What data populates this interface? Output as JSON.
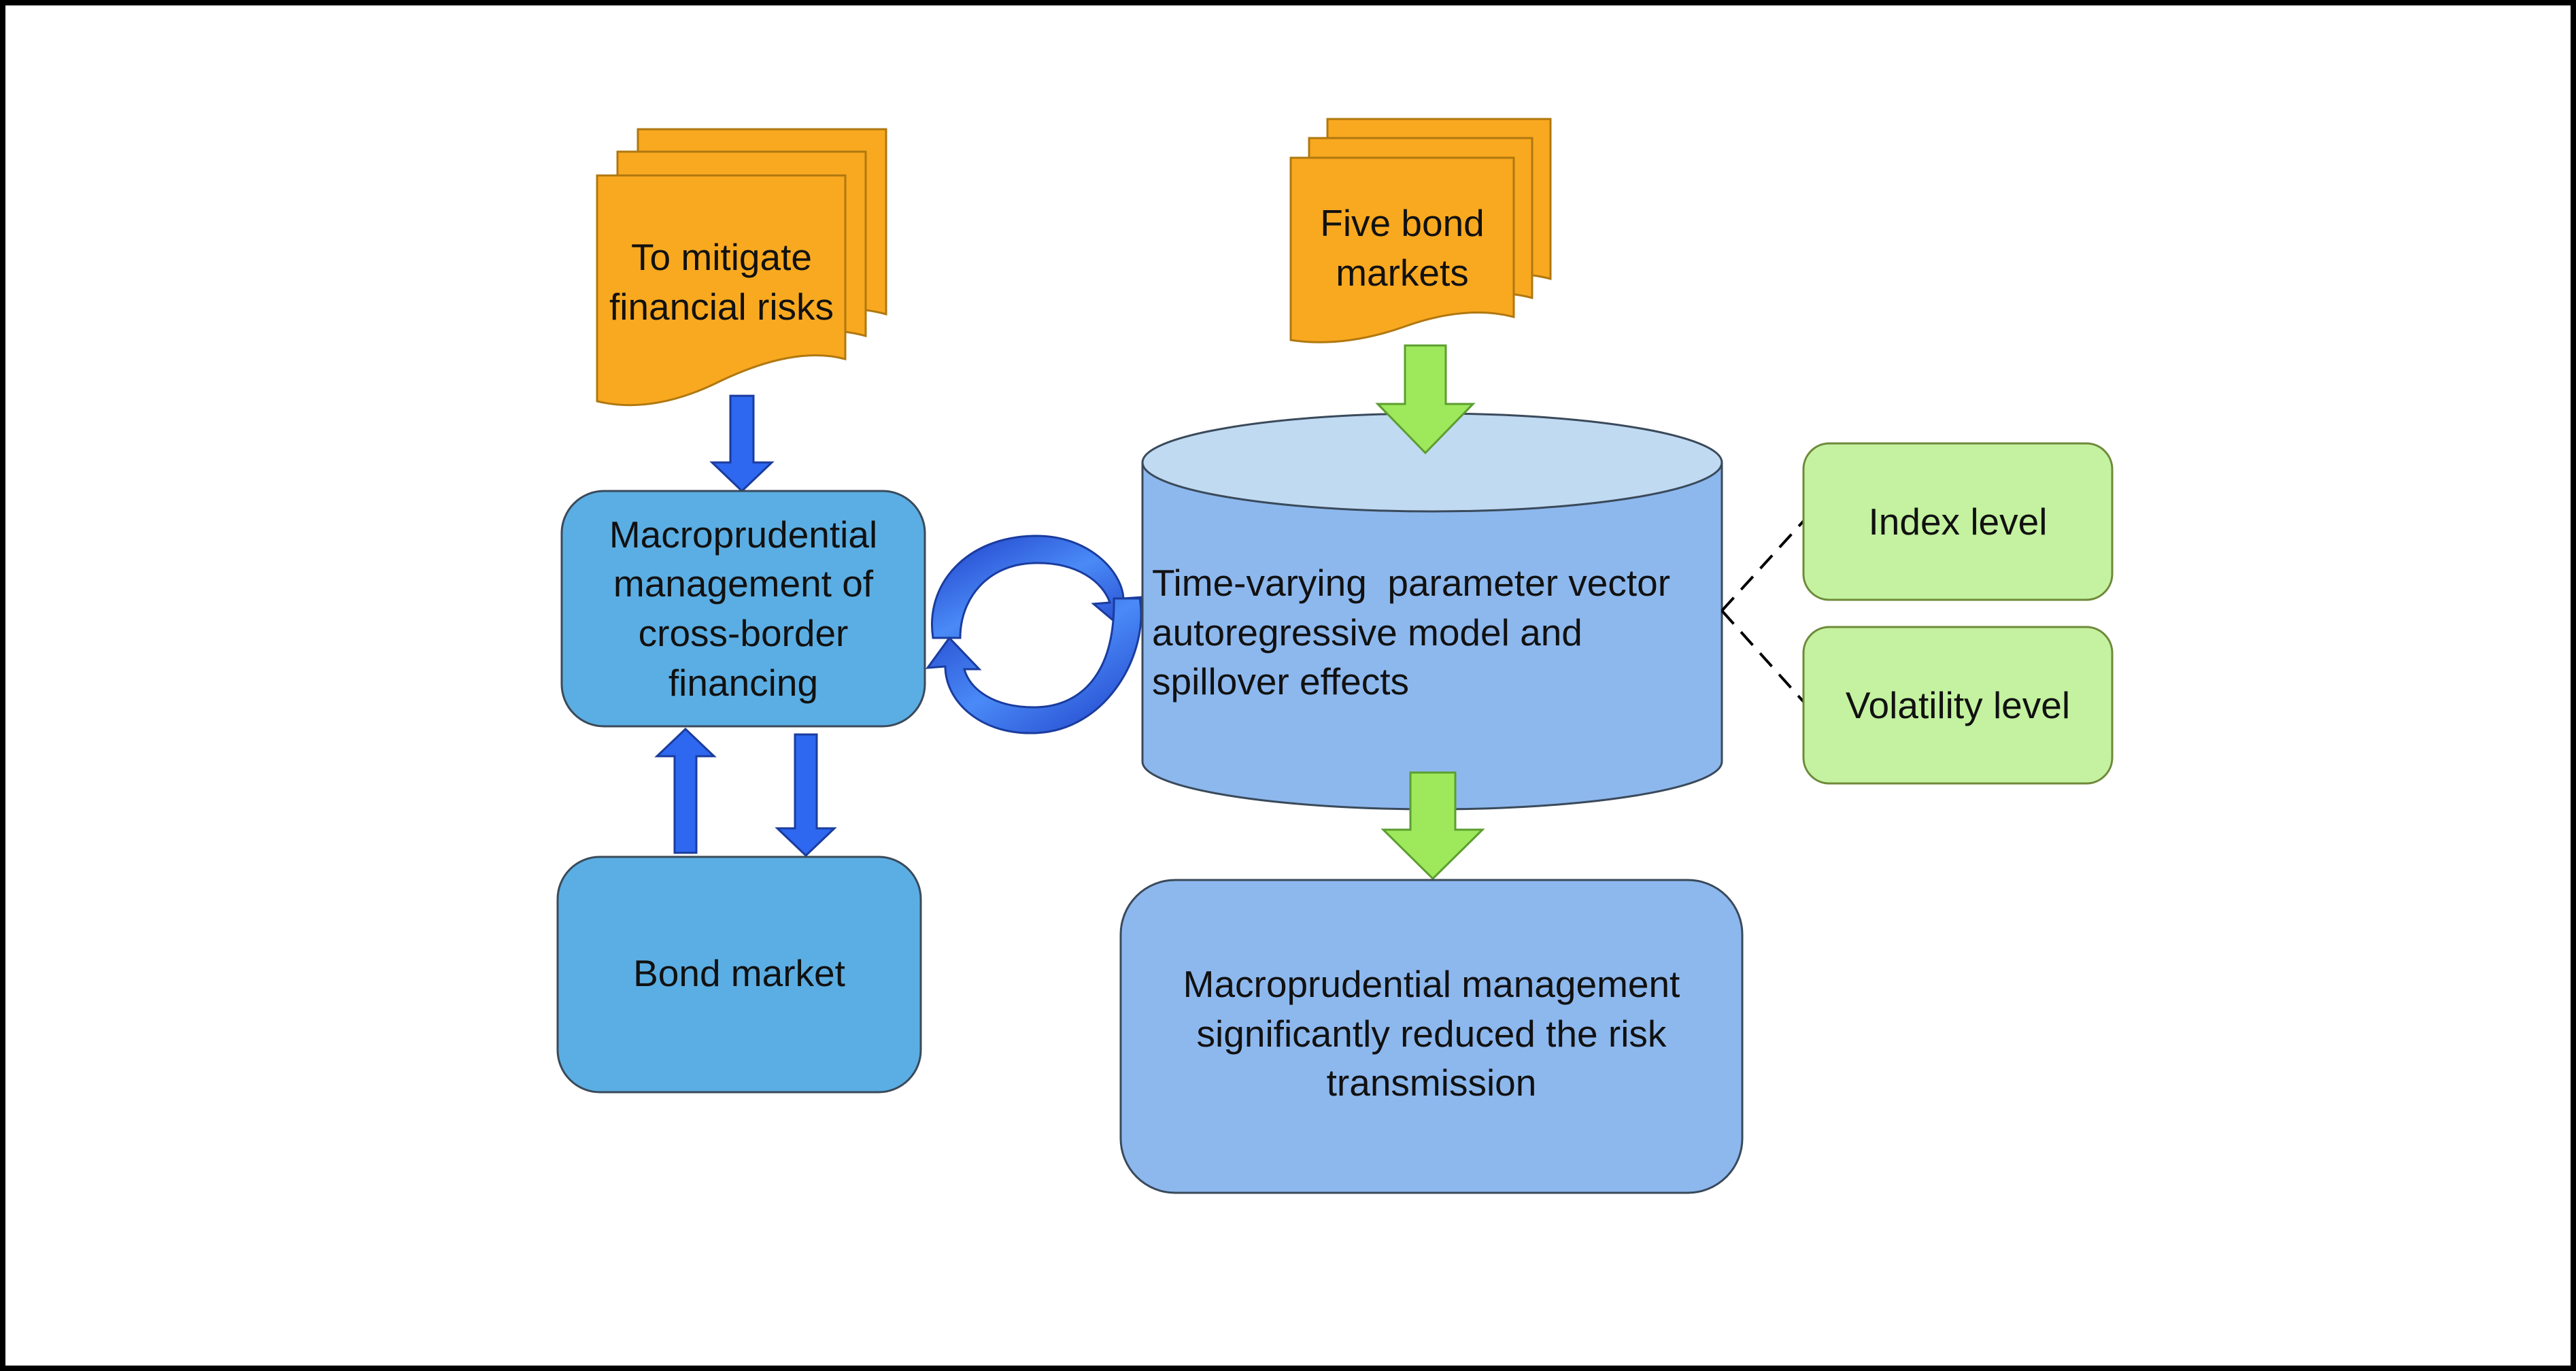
{
  "nodes": {
    "mitigate_doc": "To mitigate financial risks",
    "five_bond_doc": "Five bond markets",
    "macro_cross_border": "Macroprudential management of cross-border financing",
    "bond_market": "Bond market",
    "tvp_model": "Time-varying  parameter vector autoregressive model and spillover effects",
    "index_level": "Index level",
    "volatility_level": "Volatility level",
    "result": "Macroprudential management significantly reduced the risk transmission"
  },
  "colors": {
    "document_fill": "#F9A920",
    "blue_box": "#5BAEE3",
    "cylinder_body": "#8DB8EE",
    "cylinder_top": "#C0DAF2",
    "result_box": "#8DB8EE",
    "green_box": "#C4F2A0",
    "green_arrow": "#9EE85C",
    "blue_arrow": "#2E68F0",
    "cycle_arrow": "#2D64E6",
    "frame": "#000000"
  }
}
